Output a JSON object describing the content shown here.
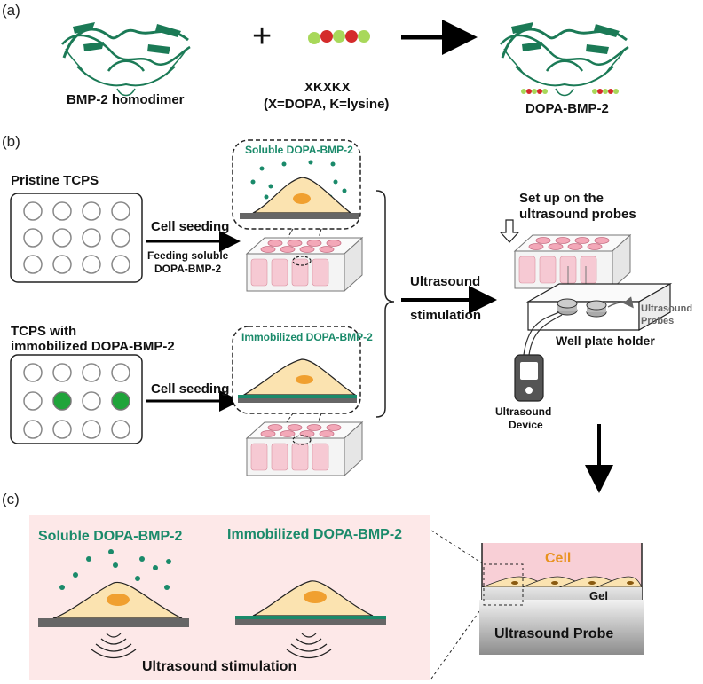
{
  "panels": {
    "a": "(a)",
    "b": "(b)",
    "c": "(c)"
  },
  "a": {
    "bmp2": "BMP-2 homodimer",
    "plus": "+",
    "peptide": "XKXKX",
    "peptide_def": "(X=DOPA, K=lysine)",
    "product": "DOPA-BMP-2"
  },
  "b": {
    "pristine": "Pristine TCPS",
    "tcps_imm_1": "TCPS with",
    "tcps_imm_2": "immobilized DOPA-BMP-2",
    "cell_seeding_1": "Cell seeding",
    "feeding_1": "Feeding soluble",
    "feeding_2": "DOPA-BMP-2",
    "cell_seeding_2": "Cell seeding",
    "soluble_inset": "Soluble DOPA-BMP-2",
    "immobilized_inset": "Immobilized DOPA-BMP-2",
    "ultrasound": "Ultrasound",
    "stimulation": "stimulation",
    "setup_1": "Set up on the",
    "setup_2": "ultrasound probes",
    "probes_1": "Ultrasound",
    "probes_2": "Probes",
    "holder": "Well plate holder",
    "device_1": "Ultrasound",
    "device_2": "Device"
  },
  "c": {
    "soluble": "Soluble DOPA-BMP-2",
    "immobilized": "Immobilized DOPA-BMP-2",
    "stimulation": "Ultrasound stimulation",
    "cell": "Cell",
    "gel": "Gel",
    "probe": "Ultrasound Probe"
  },
  "colors": {
    "green": "#1a8a6a",
    "protein": "#1b7a56",
    "cell": "#fbe3b0",
    "nucleus": "#f0a030",
    "pink": "#f6c9d3",
    "panel_bg": "#fde8e8"
  }
}
